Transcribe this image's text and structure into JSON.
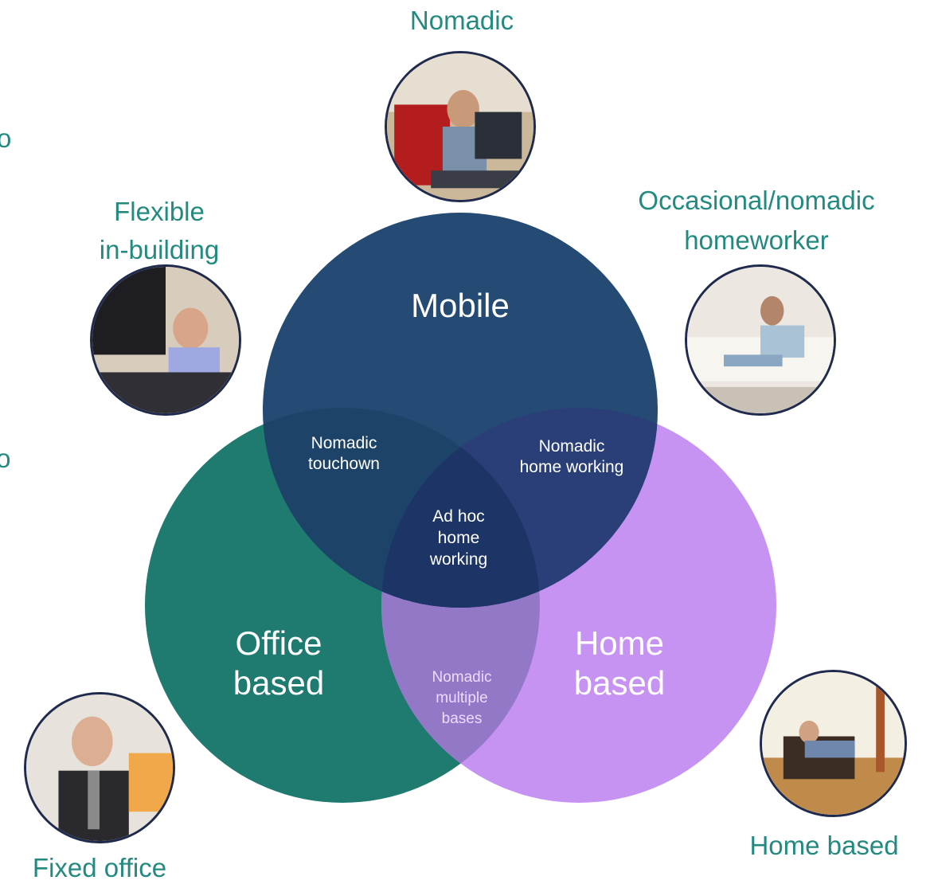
{
  "outer_labels": {
    "nomadic": "Nomadic",
    "flexible_line1": "Flexible",
    "flexible_line2": "in-building",
    "occasional_line1": "Occasional/nomadic",
    "occasional_line2": "homeworker",
    "fixed_office": "Fixed office",
    "home_based": "Home based",
    "cut_left_1": "o",
    "cut_left_2": "to"
  },
  "circles": {
    "mobile": "Mobile",
    "office_line1": "Office",
    "office_line2": "based",
    "home_line1": "Home",
    "home_line2": "based"
  },
  "overlaps": {
    "mobile_office_1": "Nomadic",
    "mobile_office_2": "touchown",
    "mobile_home_1": "Nomadic",
    "mobile_home_2": "home working",
    "center_1": "Ad hoc",
    "center_2": "home",
    "center_3": "working",
    "office_home_1": "Nomadic",
    "office_home_2": "multiple",
    "office_home_3": "bases"
  },
  "colors": {
    "mobile": "#254a73",
    "office": "#1f7a70",
    "home": "#c793f2",
    "text_teal": "#238a80"
  }
}
